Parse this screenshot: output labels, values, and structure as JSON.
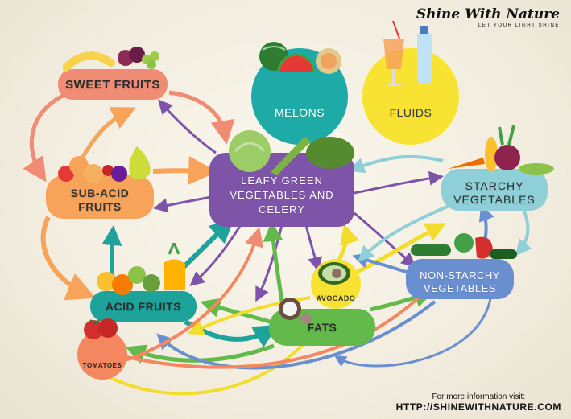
{
  "brand": {
    "title": "Shine With Nature",
    "tagline": "LET YOUR LIGHT SHINE"
  },
  "nodes": {
    "sweet_fruits": "SWEET FRUITS",
    "sub_acid_fruits": "SUB-ACID FRUITS",
    "acid_fruits": "ACID FRUITS",
    "tomatoes": "TOMATOES",
    "leafy_greens": "LEAFY GREEN VEGETABLES AND CELERY",
    "melons": "MELONS",
    "fluids": "FLUIDS",
    "starchy_vegetables": "STARCHY VEGETABLES",
    "non_starchy_vegetables": "NON-STARCHY VEGETABLES",
    "avocado": "AVOCADO",
    "fats": "FATS"
  },
  "footer": {
    "line1": "For more information visit:",
    "url": "HTTP://SHINEWITHNATURE.COM"
  },
  "colors": {
    "sweet_fruits": "#f08b74",
    "sub_acid_fruits": "#f7a35a",
    "acid_fruits": "#1ea39b",
    "tomatoes": "#f4875f",
    "leafy_greens": "#7e54a9",
    "melons": "#1eaaa6",
    "fluids": "#f8e332",
    "starchy_vegetables": "#8fd0d8",
    "non_starchy_vegetables": "#6a8fd0",
    "avocado": "#f8e332",
    "fats": "#63b94a"
  }
}
